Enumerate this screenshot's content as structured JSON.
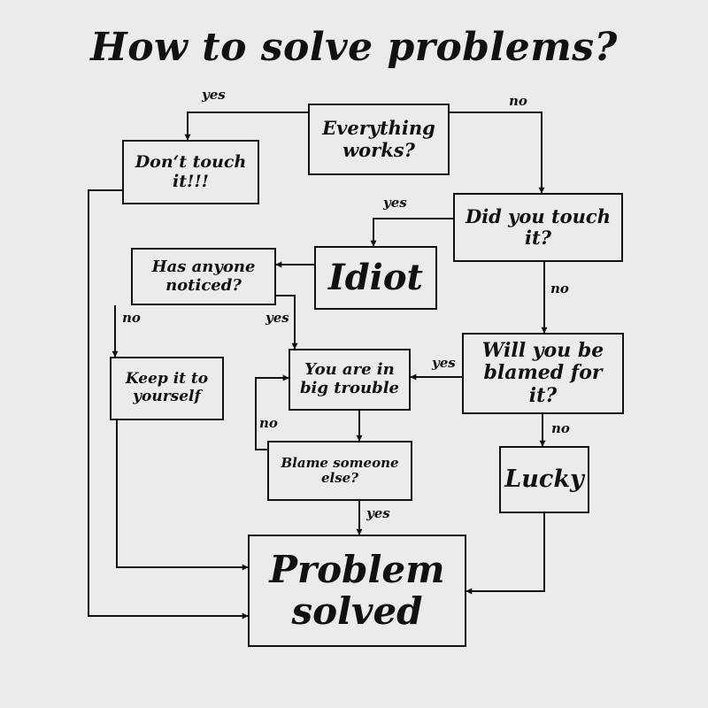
{
  "title": "How to solve problems?",
  "nodes": {
    "everything_works": "Everything works?",
    "dont_touch": "Don‘t touch it!!!",
    "did_you_touch": "Did you touch it?",
    "idiot": "Idiot",
    "has_anyone_noticed": "Has anyone noticed?",
    "keep_it": "Keep it to yourself",
    "big_trouble": "You are in big trouble",
    "will_you_be_blamed": "Will you be blamed for it?",
    "blame_someone": "Blame someone else?",
    "lucky": "Lucky",
    "problem_solved": "Problem solved"
  },
  "edges": {
    "works_yes": "yes",
    "works_no": "no",
    "touch_yes": "yes",
    "touch_no": "no",
    "noticed_no": "no",
    "noticed_yes": "yes",
    "blamed_yes": "yes",
    "blamed_no": "no",
    "blame_else_no": "no",
    "blame_else_yes": "yes"
  },
  "colors": {
    "background": "#ebebeb",
    "ink": "#111111"
  }
}
